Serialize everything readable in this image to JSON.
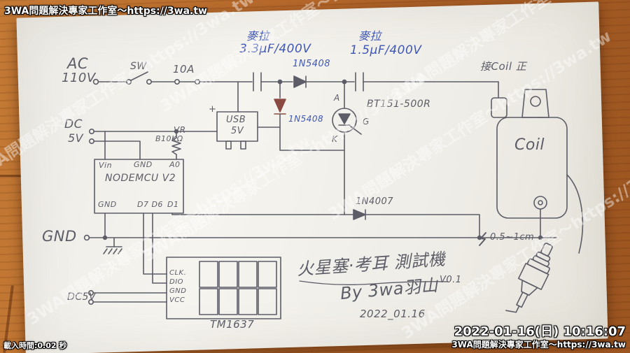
{
  "colors": {
    "pencil": "#5d5d68",
    "ink_blue": "#3f57b5",
    "diode_fill": "#8a4a42",
    "wood": "#b5672a",
    "paper": "#f3f1ec"
  },
  "overlay": {
    "watermark": "3WA問題解決專家工作室～https://3wa.tw",
    "top_left": "3WA問題解決專家工作室～https://3wa.tw",
    "load_time": "載入時間:0.02 秒",
    "timestamp": "2022-01-16(日) 10:16:07",
    "credit": "3WA問題解決專家工作室～https://3wa.tw"
  },
  "schematic": {
    "title": "火星塞·考耳 測試機",
    "version": "V0.1",
    "author": "By 3wa羽山",
    "date": "2022_01.16",
    "ac": {
      "line1": "AC",
      "line2": "110V"
    },
    "switch_label": "SW",
    "fuse_label": "10A",
    "cap1": {
      "type": "麥拉",
      "value": "3.3μF/400V"
    },
    "cap2": {
      "type": "麥拉",
      "value": "1.5μF/400V"
    },
    "diode1": "1N5408",
    "diode2": "1N5408",
    "diode3": "1N4007",
    "scr": {
      "part": "BT151-500R",
      "anode": "A",
      "gate": "G",
      "cathode": "K"
    },
    "usb": {
      "line1": "USB",
      "line2": "5V",
      "plus": "+"
    },
    "dc": {
      "line1": "DC",
      "line2": "5V"
    },
    "vr": {
      "line1": "VR",
      "line2": "B10KΩ"
    },
    "mcu": {
      "name": "NODEMCU V2",
      "vin": "Vin",
      "gnd_top": "GND",
      "a0": "A0",
      "gnd_bottom": "GND",
      "d7d6": "D7 D6",
      "d1": "D1"
    },
    "gnd_label": "GND",
    "coil": {
      "label": "Coil",
      "connect": "接Coil 正"
    },
    "gap_label": "0.5~1cm",
    "dc5v_label": "DC5V",
    "display": {
      "name": "TM1637",
      "clk": "CLK.",
      "dio": "DIO",
      "gnd": "GND",
      "vcc": "VCC"
    }
  }
}
